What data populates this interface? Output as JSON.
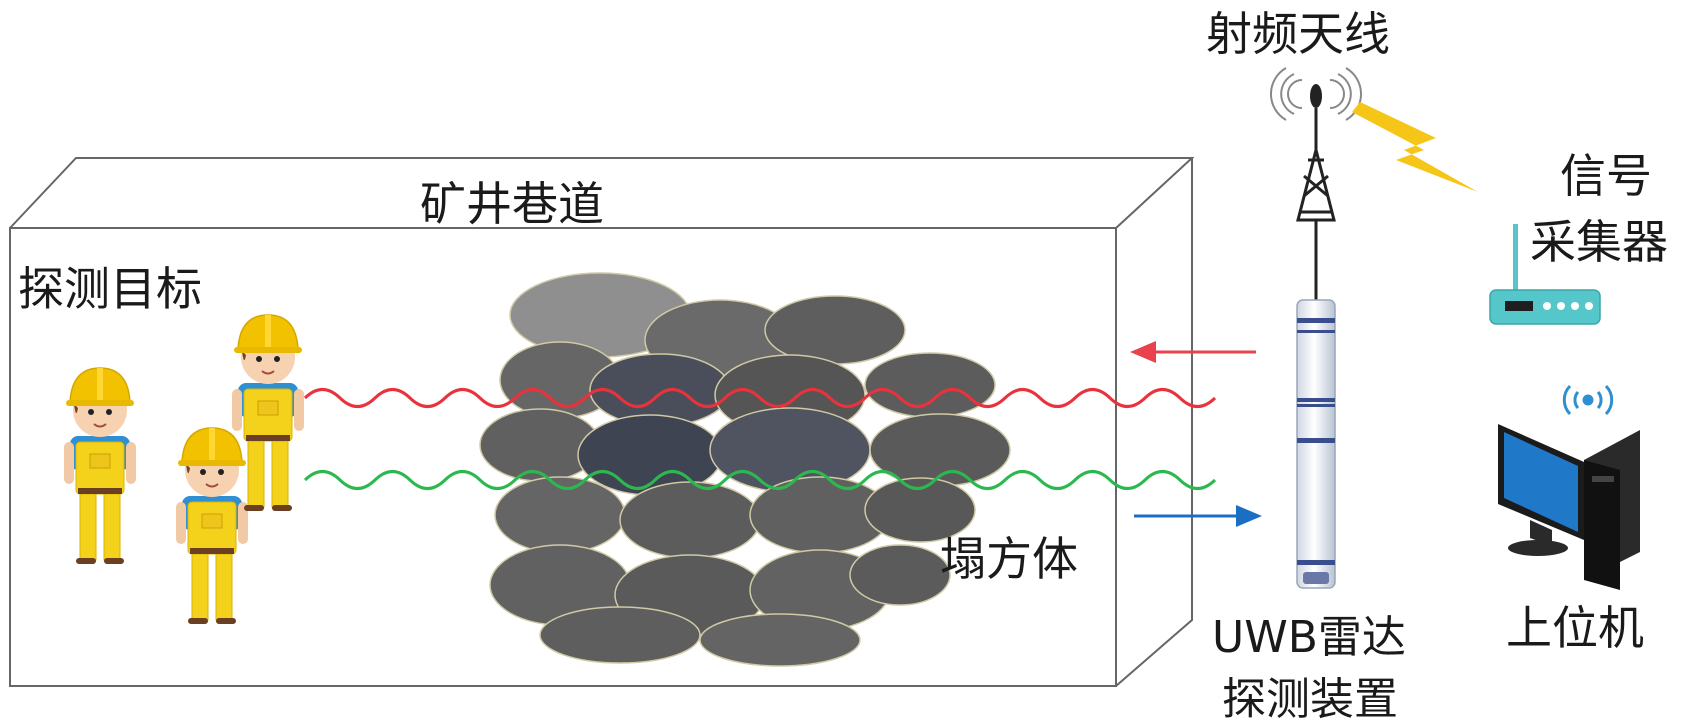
{
  "labels": {
    "tunnel": "矿井巷道",
    "targets": "探测目标",
    "collapse": "塌方体",
    "antenna": "射频天线",
    "collector_line1": "信号",
    "collector_line2": "采集器",
    "radar_line1": "UWB雷达",
    "radar_line2": "探测装置",
    "computer": "上位机"
  },
  "colors": {
    "tx_wave": "#e8323c",
    "rx_wave": "#2db84f",
    "arrow_out": "#e8424c",
    "arrow_in": "#1b6fc2",
    "lightning": "#f5c518",
    "helmet": "#f2c200",
    "uniform": "#f4d21c",
    "shirt": "#2f8fd0",
    "rock": "#5d5d5d",
    "router": "#55c6c9",
    "monitor_screen": "#1f78c8"
  },
  "icons": [
    "worker-icon",
    "antenna-tower-icon",
    "lightning-icon",
    "router-icon",
    "wifi-icon",
    "computer-icon",
    "radar-probe-icon",
    "rock-pile-icon"
  ]
}
